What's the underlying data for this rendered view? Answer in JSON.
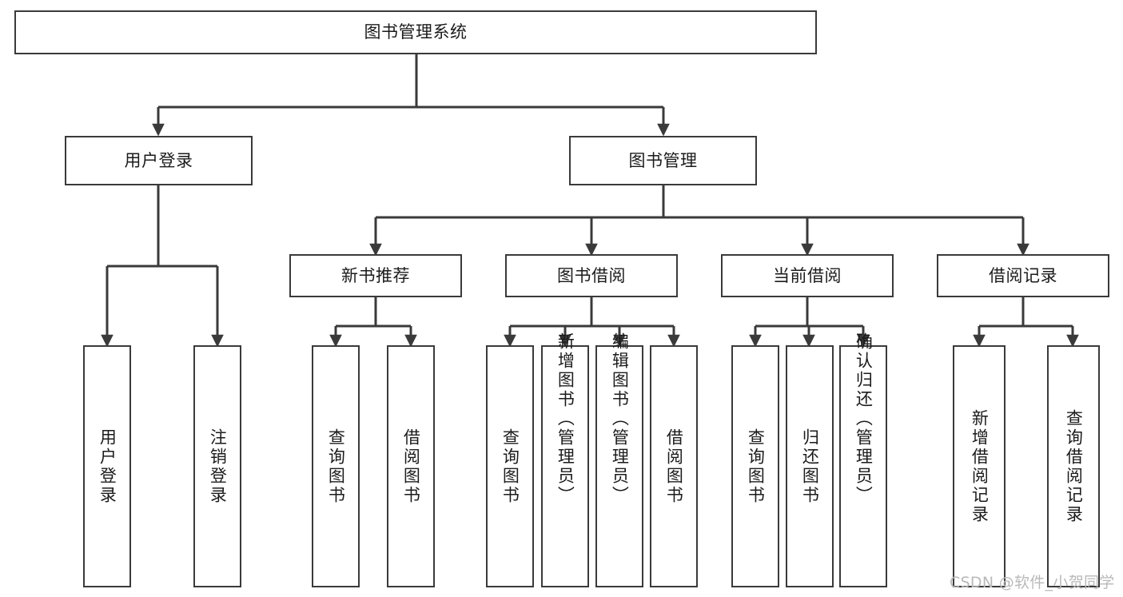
{
  "diagram": {
    "type": "tree",
    "title": "图书管理系统",
    "colors": {
      "background": "#ffffff",
      "border": "#3a3a3a",
      "text": "#1b1b1b",
      "connector": "#3a3a3a",
      "watermark": "#b9b9b9"
    },
    "root": {
      "label": "图书管理系统"
    },
    "level2": [
      {
        "label": "用户登录"
      },
      {
        "label": "图书管理"
      }
    ],
    "level3": [
      {
        "label": "新书推荐"
      },
      {
        "label": "图书借阅"
      },
      {
        "label": "当前借阅"
      },
      {
        "label": "借阅记录"
      }
    ],
    "leaves": {
      "user_login": [
        {
          "label": "用户登录"
        },
        {
          "label": "注销登录"
        }
      ],
      "new_book": [
        {
          "label": "查询图书"
        },
        {
          "label": "借阅图书"
        }
      ],
      "book_borrow": [
        {
          "label": "查询图书"
        },
        {
          "label": "新增图书（管理员）"
        },
        {
          "label": "编辑图书（管理员）"
        },
        {
          "label": "借阅图书"
        }
      ],
      "current_borrow": [
        {
          "label": "查询图书"
        },
        {
          "label": "归还图书"
        },
        {
          "label": "确认归还（管理员）"
        }
      ],
      "borrow_record": [
        {
          "label": "新增借阅记录"
        },
        {
          "label": "查询借阅记录"
        }
      ]
    },
    "watermark": "CSDN @软件_小贺同学"
  }
}
